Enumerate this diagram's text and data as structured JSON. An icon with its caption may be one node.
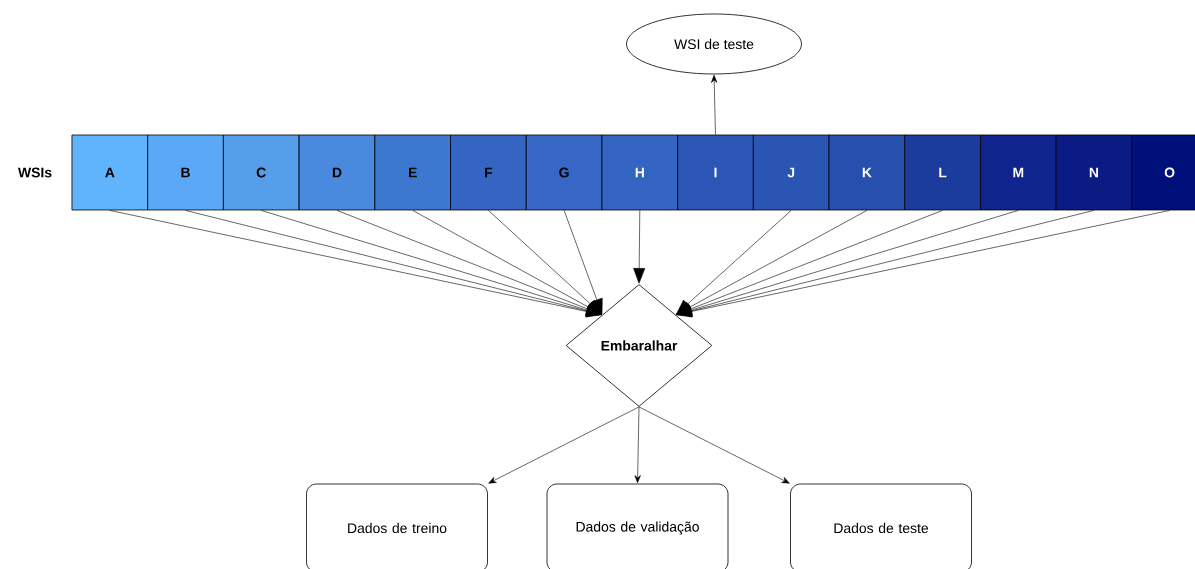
{
  "diagram": {
    "nodes": [
      {
        "text": [
          "WSI de teste"
        ]
      },
      {
        "text": [
          "A"
        ]
      },
      {
        "text": [
          "B"
        ]
      },
      {
        "text": [
          "C"
        ]
      },
      {
        "text": [
          "D"
        ]
      },
      {
        "text": [
          "E"
        ]
      },
      {
        "text": [
          "F"
        ]
      },
      {
        "text": [
          "G"
        ]
      },
      {
        "text": [
          "H"
        ]
      },
      {
        "text": [
          "I"
        ]
      },
      {
        "text": [
          "J"
        ]
      },
      {
        "text": [
          "K"
        ]
      },
      {
        "text": [
          "L"
        ]
      },
      {
        "text": [
          "M"
        ]
      },
      {
        "text": [
          "N"
        ]
      },
      {
        "text": [
          "O"
        ]
      },
      {
        "text": [
          "Embaralhar"
        ]
      },
      {
        "text": [
          "Dados de treino"
        ]
      },
      {
        "text": [
          "Dados de validação"
        ]
      },
      {
        "text": [
          "Dados de teste"
        ]
      }
    ],
    "edges": [
      {
        "from": 9,
        "to": 0,
        "arrow": "to"
      },
      {
        "from": 1,
        "to": 16,
        "arrow": "to"
      },
      {
        "from": 2,
        "to": 16,
        "arrow": "to"
      },
      {
        "from": 3,
        "to": 16,
        "arrow": "to"
      },
      {
        "from": 4,
        "to": 16,
        "arrow": "to"
      },
      {
        "from": 5,
        "to": 16,
        "arrow": "to"
      },
      {
        "from": 6,
        "to": 16,
        "arrow": "to"
      },
      {
        "from": 7,
        "to": 16,
        "arrow": "to"
      },
      {
        "from": 8,
        "to": 16,
        "arrow": "to"
      },
      {
        "from": 10,
        "to": 16,
        "arrow": "to"
      },
      {
        "from": 11,
        "to": 16,
        "arrow": "to"
      },
      {
        "from": 12,
        "to": 16,
        "arrow": "to"
      },
      {
        "from": 13,
        "to": 16,
        "arrow": "to"
      },
      {
        "from": 14,
        "to": 16,
        "arrow": "to"
      },
      {
        "from": 15,
        "to": 16,
        "arrow": "to"
      },
      {
        "from": 16,
        "to": 17,
        "arrow": "to"
      },
      {
        "from": 16,
        "to": 18,
        "arrow": "to"
      },
      {
        "from": 16,
        "to": 19,
        "arrow": "to"
      }
    ],
    "labels": [
      "WSIs"
    ]
  }
}
